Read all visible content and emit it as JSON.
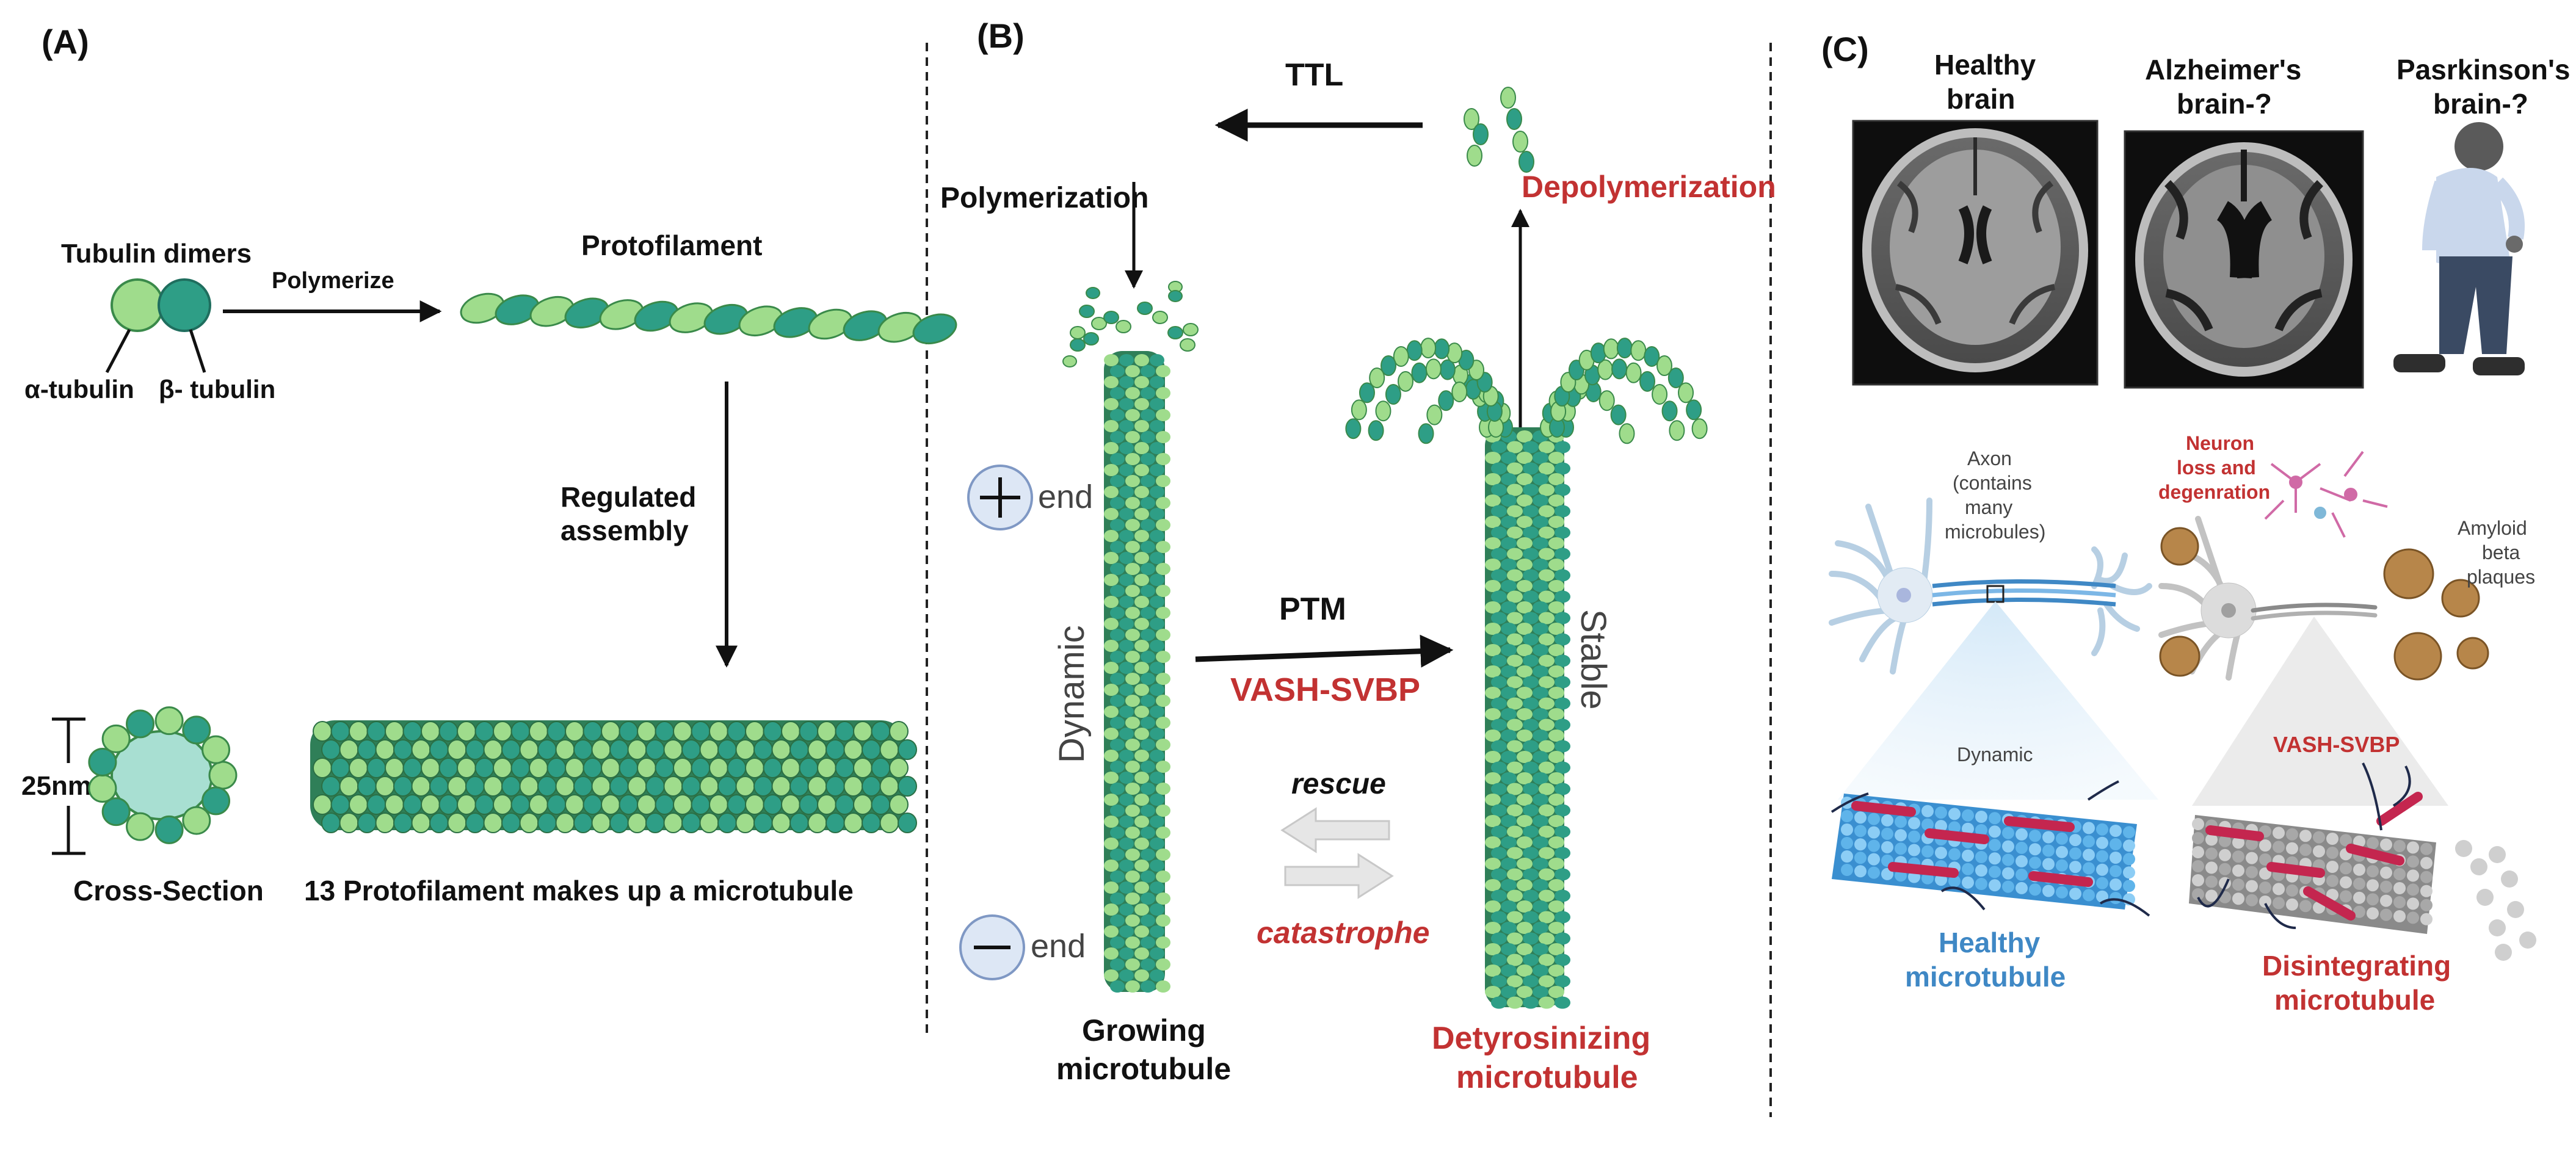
{
  "colors": {
    "tubulin_light": "#9fdc8c",
    "tubulin_dark": "#2e9e86",
    "tubulin_edge": "#3a8a4a",
    "red_label": "#c23232",
    "blue_label": "#3f88c5",
    "dynamic_mt": "#4aa8e0",
    "stable_mt": "#a9a9a9",
    "ptm_band": "#c4264f",
    "plus_minus_circle": "#dde7f5"
  },
  "panel_a": {
    "label": "(A)",
    "tubulin_dimers": "Tubulin dimers",
    "polymerize": "Polymerize",
    "protofilament": "Protofilament",
    "alpha_tubulin": "α-tubulin",
    "beta_tubulin": "β- tubulin",
    "regulated_assembly_line1": "Regulated",
    "regulated_assembly_line2": "assembly",
    "diameter": "25nm",
    "cross_section": "Cross-Section",
    "microtubule_caption": "13 Protofilament makes up a microtubule"
  },
  "panel_b": {
    "label": "(B)",
    "ttl": "TTL",
    "polymerization": "Polymerization",
    "depolymerization": "Depolymerization",
    "plus_end": "end",
    "minus_end": "end",
    "dynamic": "Dynamic",
    "stable": "Stable",
    "ptm": "PTM",
    "vash_svbp": "VASH-SVBP",
    "rescue": "rescue",
    "catastrophe": "catastrophe",
    "growing_line1": "Growing",
    "growing_line2": "microtubule",
    "detyrosinizing_line1": "Detyrosinizing",
    "detyrosinizing_line2": "microtubule"
  },
  "panel_c": {
    "label": "(C)",
    "healthy_line1": "Healthy",
    "healthy_line2": "brain",
    "alz_line1": "Alzheimer's",
    "alz_line2": "brain-?",
    "park_line1": "Pasrkinson's",
    "park_line2": "brain-?",
    "axon_line1": "Axon",
    "axon_line2": "(contains",
    "axon_line3": "many",
    "axon_line4": "microbules)",
    "neuron_loss_line1": "Neuron",
    "neuron_loss_line2": "loss and",
    "neuron_loss_line3": "degenration",
    "amyloid_line1": "Amyloid",
    "amyloid_line2": "beta",
    "amyloid_line3": "plaques",
    "dynamic": "Dynamic",
    "vash_svbp": "VASH-SVBP",
    "healthy_mt_line1": "Healthy",
    "healthy_mt_line2": "microtubule",
    "disint_line1": "Disintegrating",
    "disint_line2": "microtubule"
  }
}
